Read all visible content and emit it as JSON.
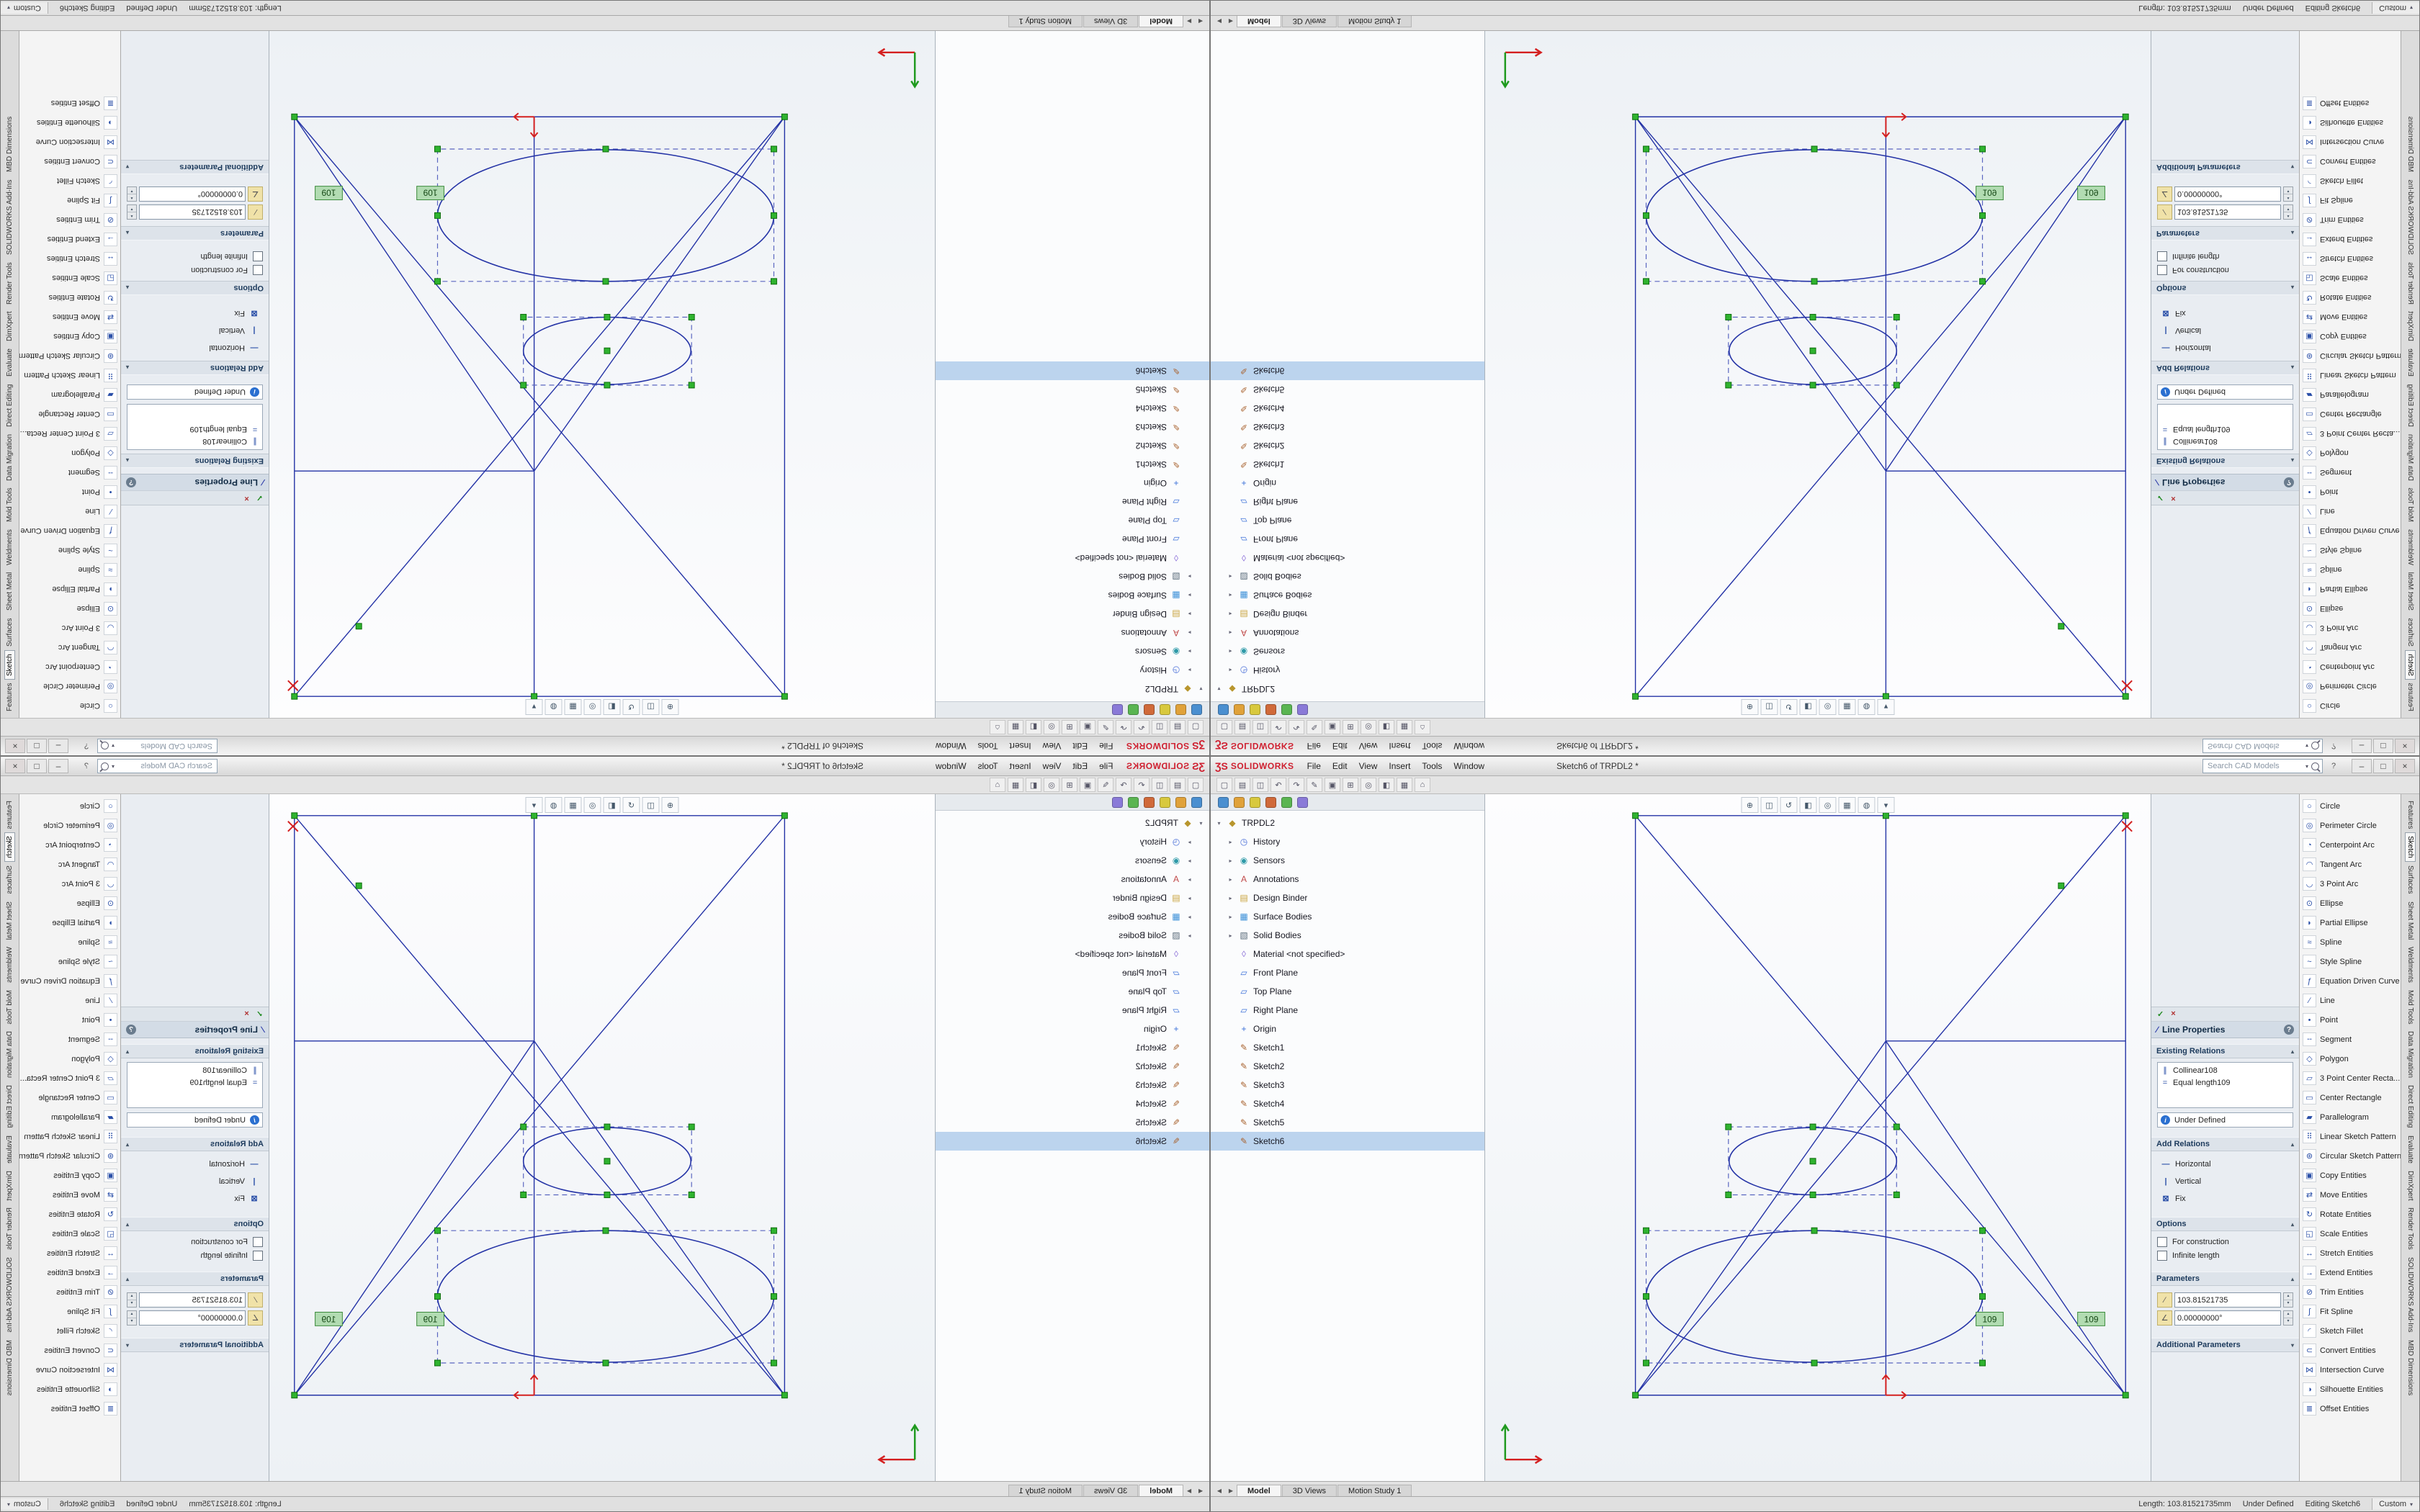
{
  "colors": {
    "logo_red": "#cf2030",
    "sketch_blue": "#2433a6",
    "construction_blue": "#5a66c0",
    "selection_green": "#2fb32f",
    "origin_red": "#d42020",
    "dimension_green_bg": "#b2dcb2"
  },
  "titlebar": {
    "logo_mark": "ƷS",
    "logo_text": "SOLIDWORKS",
    "menus": [
      {
        "label": "File"
      },
      {
        "label": "Edit"
      },
      {
        "label": "View"
      },
      {
        "label": "Insert"
      },
      {
        "label": "Tools"
      },
      {
        "label": "Window"
      }
    ],
    "doc_title": "Sketch6 of TRPDL2 *",
    "search_placeholder": "Search CAD Models",
    "search_caret": "▾",
    "help_icon": "?",
    "minimize": "–",
    "restore": "□",
    "close": "×"
  },
  "toolbar": {
    "buttons": [
      {
        "name": "new-document-icon",
        "glyph": "▢"
      },
      {
        "name": "open-icon",
        "glyph": "▤"
      },
      {
        "name": "save-icon",
        "glyph": "◫"
      },
      {
        "name": "undo-icon",
        "glyph": "↶"
      },
      {
        "name": "redo-icon",
        "glyph": "↷"
      },
      {
        "name": "sketch-icon",
        "glyph": "✎"
      },
      {
        "name": "rebuild-icon",
        "glyph": "▣"
      },
      {
        "name": "options-icon",
        "glyph": "⊞"
      },
      {
        "name": "appearance-icon",
        "glyph": "◎"
      },
      {
        "name": "section-view-icon",
        "glyph": "◧"
      },
      {
        "name": "display-style-icon",
        "glyph": "▦"
      },
      {
        "name": "home-icon",
        "glyph": "⌂"
      }
    ]
  },
  "feature_tree": {
    "tabs": [
      {
        "name": "featuremanager-tree-tab-icon",
        "color": "#4a8fd0"
      },
      {
        "name": "propertymanager-tab-icon",
        "color": "#e0a23a"
      },
      {
        "name": "configurationmanager-tab-icon",
        "color": "#d8c93e"
      },
      {
        "name": "dimxpertmanager-tab-icon",
        "color": "#d06a3a"
      },
      {
        "name": "displaymanager-tab-icon",
        "color": "#5ab552"
      },
      {
        "name": "cam-tab-icon",
        "color": "#8a7ad8"
      }
    ],
    "items": [
      {
        "label": "TRPDL2",
        "glyph": "◆",
        "color": "#b8962e",
        "caret": "▾",
        "indent": 0
      },
      {
        "label": "History",
        "glyph": "◷",
        "color": "#4a6fd8",
        "caret": "▸",
        "indent": 1
      },
      {
        "label": "Sensors",
        "glyph": "◉",
        "color": "#2e9aa8",
        "caret": "▸",
        "indent": 1
      },
      {
        "label": "Annotations",
        "glyph": "A",
        "color": "#c04848",
        "caret": "▸",
        "indent": 1
      },
      {
        "label": "Design Binder",
        "glyph": "▤",
        "color": "#c8a23a",
        "caret": "▸",
        "indent": 1
      },
      {
        "label": "Surface Bodies",
        "glyph": "▦",
        "color": "#3a8fd8",
        "caret": "▸",
        "indent": 1
      },
      {
        "label": "Solid Bodies",
        "glyph": "▧",
        "color": "#5a6b7a",
        "caret": "▸",
        "indent": 1
      },
      {
        "label": "Material <not specified>",
        "glyph": "◊",
        "color": "#8a6fd8",
        "indent": 1
      },
      {
        "label": "Front Plane",
        "glyph": "▱",
        "color": "#3a6fd8",
        "indent": 1
      },
      {
        "label": "Top Plane",
        "glyph": "▱",
        "color": "#3a6fd8",
        "indent": 1
      },
      {
        "label": "Right Plane",
        "glyph": "▱",
        "color": "#3a6fd8",
        "indent": 1
      },
      {
        "label": "Origin",
        "glyph": "+",
        "color": "#3a6fd8",
        "indent": 1
      },
      {
        "label": "Sketch1",
        "glyph": "✎",
        "color": "#a8622e",
        "indent": 1
      },
      {
        "label": "Sketch2",
        "glyph": "✎",
        "color": "#a8622e",
        "indent": 1
      },
      {
        "label": "Sketch3",
        "glyph": "✎",
        "color": "#a8622e",
        "indent": 1
      },
      {
        "label": "Sketch4",
        "glyph": "✎",
        "color": "#a8622e",
        "indent": 1
      },
      {
        "label": "Sketch5",
        "glyph": "✎",
        "color": "#a8622e",
        "indent": 1
      },
      {
        "label": "Sketch6",
        "glyph": "✎",
        "color": "#a8622e",
        "indent": 1,
        "active": true
      }
    ]
  },
  "viewport": {
    "headsup": [
      {
        "name": "zoom-fit-icon",
        "glyph": "⊕"
      },
      {
        "name": "zoom-area-icon",
        "glyph": "◫"
      },
      {
        "name": "previous-view-icon",
        "glyph": "↺"
      },
      {
        "name": "section-view-icon",
        "glyph": "◧"
      },
      {
        "name": "view-orientation-icon",
        "glyph": "◎"
      },
      {
        "name": "display-style-icon",
        "glyph": "▦"
      },
      {
        "name": "hide-show-items-icon",
        "glyph": "◍"
      },
      {
        "name": "view-settings-icon",
        "glyph": "▾"
      }
    ],
    "dim1": "109",
    "dim2": "109"
  },
  "pm": {
    "ok_icon": "✓",
    "cancel_icon": "×",
    "title": "Line Properties",
    "title_icon": "∕",
    "help_icon": "?",
    "caret_up": "▴",
    "caret_down": "▾",
    "info_icon": "i",
    "status": "Under Defined",
    "sections": {
      "relations": "Existing Relations",
      "add": "Add Relations",
      "options": "Options",
      "parameters": "Parameters",
      "additional": "Additional Parameters"
    },
    "relations": [
      {
        "glyph": "∥",
        "label": "Collinear108"
      },
      {
        "glyph": "=",
        "label": "Equal length109"
      }
    ],
    "add_relations": [
      {
        "glyph": "—",
        "label": "Horizontal"
      },
      {
        "glyph": "|",
        "label": "Vertical"
      },
      {
        "glyph": "⊠",
        "label": "Fix"
      }
    ],
    "options": [
      {
        "label": "For construction"
      },
      {
        "label": "Infinite length"
      }
    ],
    "parameters": [
      {
        "glyph": "∕",
        "value": "103.81521735"
      },
      {
        "glyph": "∠",
        "value": "0.00000000°"
      }
    ]
  },
  "sketch_tools": {
    "items": [
      {
        "glyph": "○",
        "label": "Circle"
      },
      {
        "glyph": "◎",
        "label": "Perimeter Circle"
      },
      {
        "glyph": "◔",
        "label": "Centerpoint Arc"
      },
      {
        "glyph": "◠",
        "label": "Tangent Arc"
      },
      {
        "glyph": "◡",
        "label": "3 Point Arc"
      },
      {
        "glyph": "⊙",
        "label": "Ellipse"
      },
      {
        "glyph": "◗",
        "label": "Partial Ellipse"
      },
      {
        "glyph": "≈",
        "label": "Spline"
      },
      {
        "glyph": "~",
        "label": "Style Spline"
      },
      {
        "glyph": "ƒ",
        "label": "Equation Driven Curve"
      },
      {
        "glyph": "∕",
        "label": "Line"
      },
      {
        "glyph": "•",
        "label": "Point"
      },
      {
        "glyph": "╌",
        "label": "Segment"
      },
      {
        "glyph": "◇",
        "label": "Polygon"
      },
      {
        "glyph": "▱",
        "label": "3 Point Center Recta..."
      },
      {
        "glyph": "▭",
        "label": "Center Rectangle"
      },
      {
        "glyph": "▰",
        "label": "Parallelogram"
      },
      {
        "glyph": "⠿",
        "label": "Linear Sketch Pattern"
      },
      {
        "glyph": "⊛",
        "label": "Circular Sketch Pattern"
      },
      {
        "glyph": "▣",
        "label": "Copy Entities"
      },
      {
        "glyph": "⇄",
        "label": "Move Entities"
      },
      {
        "glyph": "↻",
        "label": "Rotate Entities"
      },
      {
        "glyph": "◱",
        "label": "Scale Entities"
      },
      {
        "glyph": "↔",
        "label": "Stretch Entities"
      },
      {
        "glyph": "→",
        "label": "Extend Entities"
      },
      {
        "glyph": "⊘",
        "label": "Trim Entities"
      },
      {
        "glyph": "∫",
        "label": "Fit Spline"
      },
      {
        "glyph": "◜",
        "label": "Sketch Fillet"
      },
      {
        "glyph": "⊂",
        "label": "Convert Entities"
      },
      {
        "glyph": "⋈",
        "label": "Intersection Curve"
      },
      {
        "glyph": "◑",
        "label": "Silhouette Entities"
      },
      {
        "glyph": "≣",
        "label": "Offset Entities"
      }
    ]
  },
  "command_tabs": {
    "items": [
      {
        "label": "Features"
      },
      {
        "label": "Sketch",
        "active": true
      },
      {
        "label": "Surfaces"
      },
      {
        "label": "Sheet Metal"
      },
      {
        "label": "Weldments"
      },
      {
        "label": "Mold Tools"
      },
      {
        "label": "Data Migration"
      },
      {
        "label": "Direct Editing"
      },
      {
        "label": "Evaluate"
      },
      {
        "label": "DimXpert"
      },
      {
        "label": "Render Tools"
      },
      {
        "label": "SOLIDWORKS Add-Ins"
      },
      {
        "label": "MBD Dimensions"
      }
    ]
  },
  "bottom_bar": {
    "prev": "◀",
    "next": "▶",
    "tabs": [
      {
        "label": "Model",
        "active": true
      },
      {
        "label": "3D Views"
      },
      {
        "label": "Motion Study 1"
      }
    ]
  },
  "statusbar": {
    "length": "Length: 103.81521735mm",
    "state": "Under Defined",
    "mode": "Editing Sketch6",
    "units": "Custom",
    "units_caret": "▾"
  }
}
